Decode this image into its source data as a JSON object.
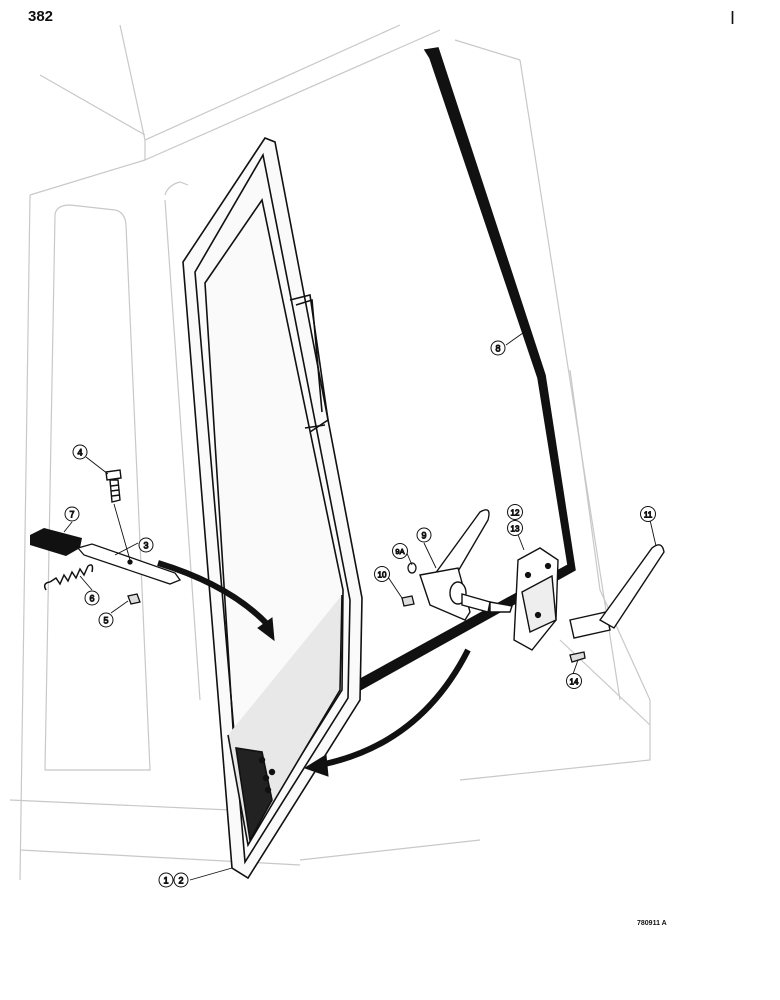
{
  "page_number": "382",
  "corner_mark": "I",
  "reference_code": "780911 A",
  "callouts": {
    "c1": "1",
    "c2": "2",
    "c3": "3",
    "c4": "4",
    "c5": "5",
    "c6": "6",
    "c7": "7",
    "c8": "8",
    "c9": "9",
    "c9a": "9A",
    "c10": "10",
    "c11": "11",
    "c12": "12",
    "c13": "13",
    "c14": "14"
  }
}
